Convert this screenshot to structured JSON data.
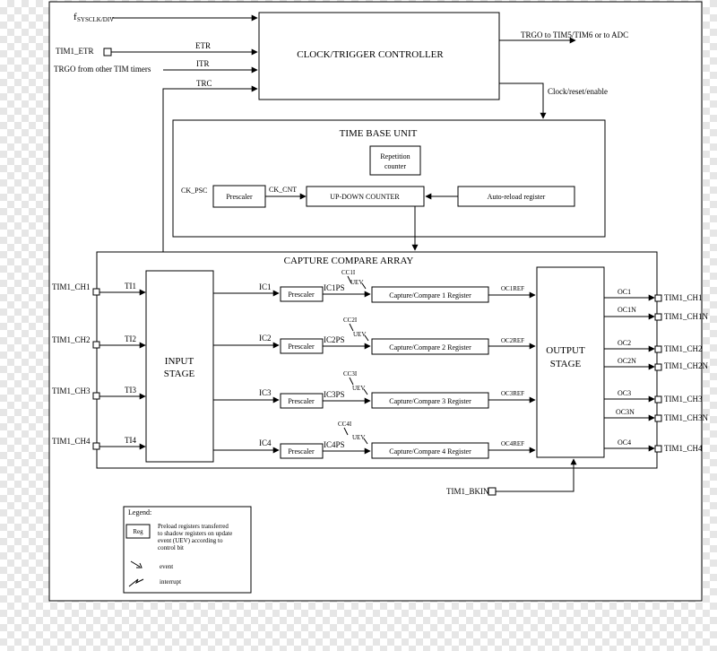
{
  "diagram": {
    "clock_trigger": {
      "title": "CLOCK/TRIGGER CONTROLLER",
      "input_fclk": "f",
      "input_fclk_sub": "SYSCLK/DIV",
      "input_etr_pin": "TIM1_ETR",
      "input_etr": "ETR",
      "input_other": "TRGO from other TIM timers",
      "input_itr": "ITR",
      "input_trc": "TRC",
      "output_trgo": "TRGO to TIM5/TIM6 or to ADC",
      "output_clock": "Clock/reset/enable"
    },
    "time_base": {
      "title": "TIME BASE UNIT",
      "ck_psc": "CK_PSC",
      "prescaler": "Prescaler",
      "ck_cnt": "CK_CNT",
      "counter": "UP-DOWN COUNTER",
      "repetition_line1": "Repetition",
      "repetition_line2": "counter",
      "autoreload": "Auto-reload register"
    },
    "capture_compare": {
      "title": "CAPTURE COMPARE ARRAY",
      "input_stage_line1": "INPUT",
      "input_stage_line2": "STAGE",
      "output_stage_line1": "OUTPUT",
      "output_stage_line2": "STAGE",
      "prescaler": "Prescaler",
      "uev": "UEV",
      "channels": [
        {
          "pin": "TIM1_CH1",
          "ti": "TI1",
          "ic": "IC1",
          "icps": "IC1PS",
          "cci": "CC1I",
          "register": "Capture/Compare 1 Register",
          "ocref": "OC1REF"
        },
        {
          "pin": "TIM1_CH2",
          "ti": "TI2",
          "ic": "IC2",
          "icps": "IC2PS",
          "cci": "CC2I",
          "register": "Capture/Compare 2 Register",
          "ocref": "OC2REF"
        },
        {
          "pin": "TIM1_CH3",
          "ti": "TI3",
          "ic": "IC3",
          "icps": "IC3PS",
          "cci": "CC3I",
          "register": "Capture/Compare 3 Register",
          "ocref": "OC3REF"
        },
        {
          "pin": "TIM1_CH4",
          "ti": "TI4",
          "ic": "IC4",
          "icps": "IC4PS",
          "cci": "CC4I",
          "register": "Capture/Compare 4 Register",
          "ocref": "OC4REF"
        }
      ],
      "outputs": [
        {
          "oc": "OC1",
          "pin": "TIM1_CH1"
        },
        {
          "oc": "OC1N",
          "pin": "TIM1_CH1N"
        },
        {
          "oc": "OC2",
          "pin": "TIM1_CH2"
        },
        {
          "oc": "OC2N",
          "pin": "TIM1_CH2N"
        },
        {
          "oc": "OC3",
          "pin": "TIM1_CH3"
        },
        {
          "oc": "OC3N",
          "pin": "TIM1_CH3N"
        },
        {
          "oc": "OC4",
          "pin": "TIM1_CH4"
        }
      ],
      "break_input": "TIM1_BKIN"
    },
    "legend": {
      "title": "Legend:",
      "reg_label": "Reg",
      "reg_desc_1": "Preload registers transferred",
      "reg_desc_2": "to shadow registers on update",
      "reg_desc_3": "event (UEV) according to",
      "reg_desc_4": "control bit",
      "event": "event",
      "interrupt": "interrupt"
    }
  }
}
